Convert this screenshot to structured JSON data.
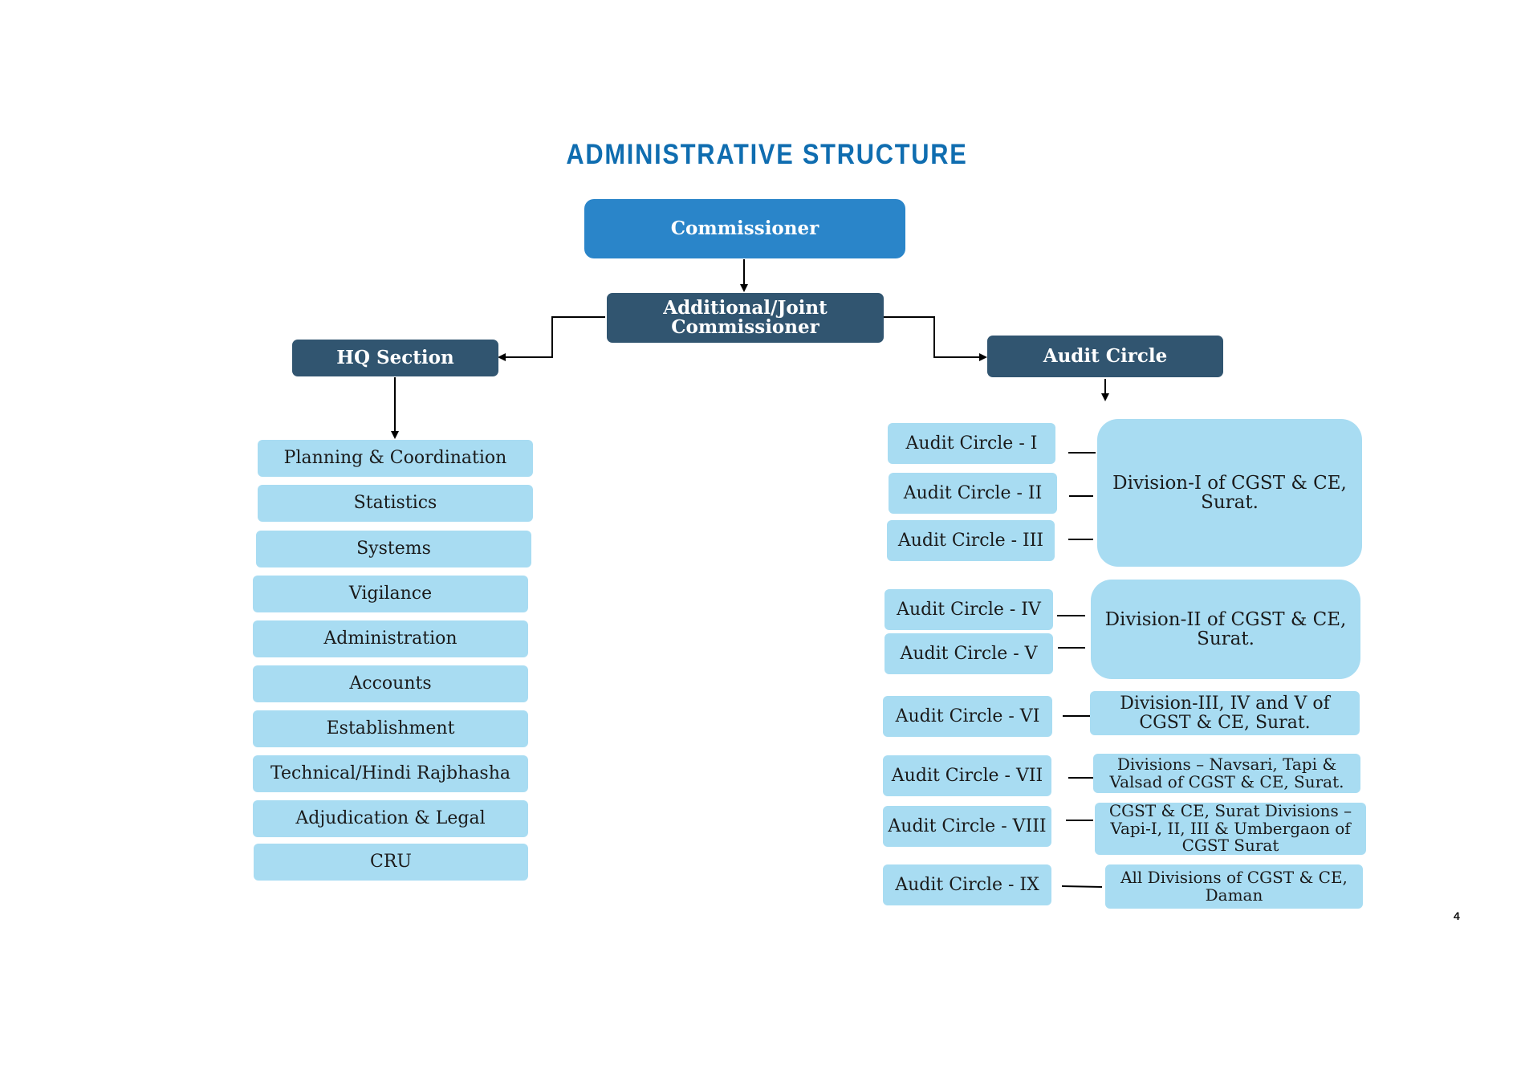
{
  "title": "ADMINISTRATIVE STRUCTURE",
  "commissioner": "Commissioner",
  "additional_joint": "Additional/Joint Commissioner",
  "hq_section": "HQ Section",
  "audit_circle_head": "Audit Circle",
  "hq_items": [
    "Planning & Coordination",
    "Statistics",
    "Systems",
    "Vigilance",
    "Administration",
    "Accounts",
    "Establishment",
    "Technical/Hindi Rajbhasha",
    "Adjudication & Legal",
    "CRU"
  ],
  "audit_circles": [
    "Audit Circle - I",
    "Audit Circle - II",
    "Audit Circle - III",
    "Audit Circle - IV",
    "Audit Circle - V",
    "Audit Circle - VI",
    "Audit Circle - VII",
    "Audit Circle - VIII",
    "Audit Circle - IX"
  ],
  "divisions": [
    "Division-I of CGST & CE, Surat.",
    "Division-II of CGST & CE, Surat.",
    "Division-III, IV and V of CGST & CE, Surat.",
    "Divisions – Navsari, Tapi & Valsad of CGST & CE, Surat.",
    "CGST & CE, Surat Divisions – Vapi-I, II, III & Umbergaon of CGST Surat",
    "All Divisions of CGST & CE, Daman"
  ],
  "page_number": "4",
  "colors": {
    "title": "#0f6db0",
    "commissioner_box": "#2a85c9",
    "dark_box": "#315570",
    "light_box": "#a8dcf2"
  }
}
